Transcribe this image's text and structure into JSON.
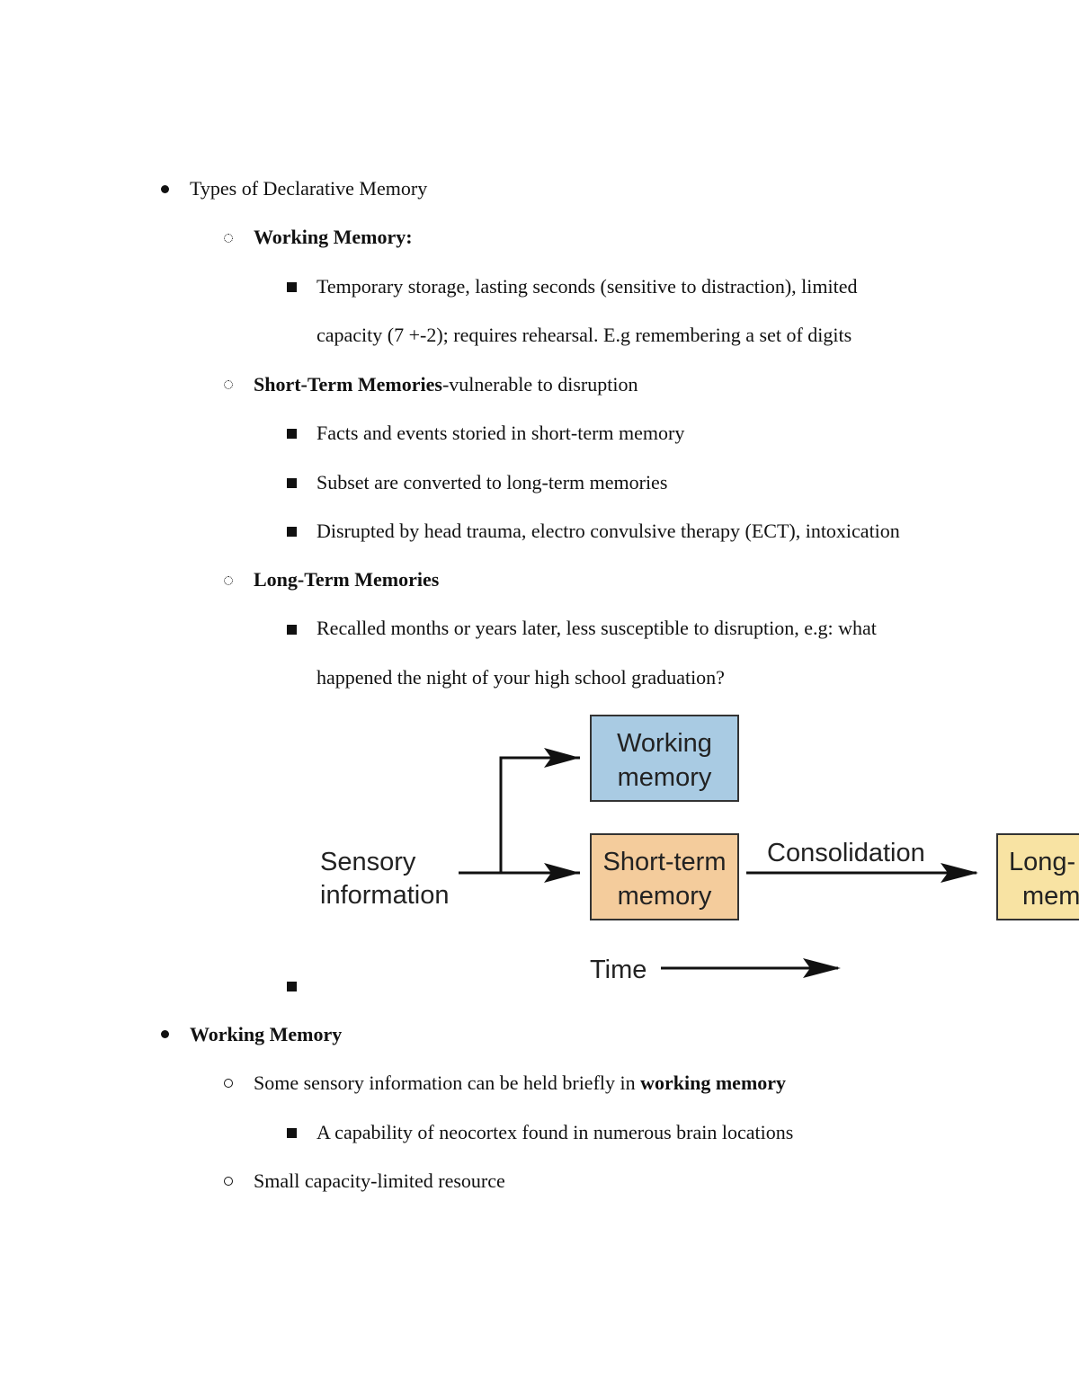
{
  "outline": {
    "types_heading": "Types of Declarative Memory",
    "working_memory_title": "Working Memory:",
    "wm_line1": "Temporary storage, lasting seconds (sensitive to distraction), limited",
    "wm_line2": "capacity (7 +-2); requires rehearsal. E.g remembering a set of digits",
    "stm_title": "Short-Term Memories",
    "stm_desc": "-vulnerable to disruption",
    "stm_item1": "Facts and events storied in short-term memory",
    "stm_item2": "Subset are converted to long-term memories",
    "stm_item3": "Disrupted by head trauma, electro convulsive therapy (ECT), intoxication",
    "ltm_title": "Long-Term Memories",
    "ltm_line1": "Recalled months or years later, less susceptible to disruption, e.g: what",
    "ltm_line2": "happened the night of your high school graduation?",
    "working_memory_heading": "Working Memory",
    "wm2_item1_pre": "Some sensory information can be held briefly in ",
    "wm2_item1_bold": "working memory",
    "wm2_sub1": "A capability of neocortex found in numerous brain locations",
    "wm2_item2": "Small capacity-limited resource"
  },
  "diagram": {
    "sensory_line1": "Sensory",
    "sensory_line2": "information",
    "working_line1": "Working",
    "working_line2": "memory",
    "short_line1": "Short-term",
    "short_line2": "memory",
    "consolidation": "Consolidation",
    "long_line1": "Long-",
    "long_line2": "mem",
    "time": "Time",
    "colors": {
      "working_fill": "#a9cbe3",
      "short_fill": "#f4cc9c",
      "long_fill": "#f8e3a3"
    }
  }
}
